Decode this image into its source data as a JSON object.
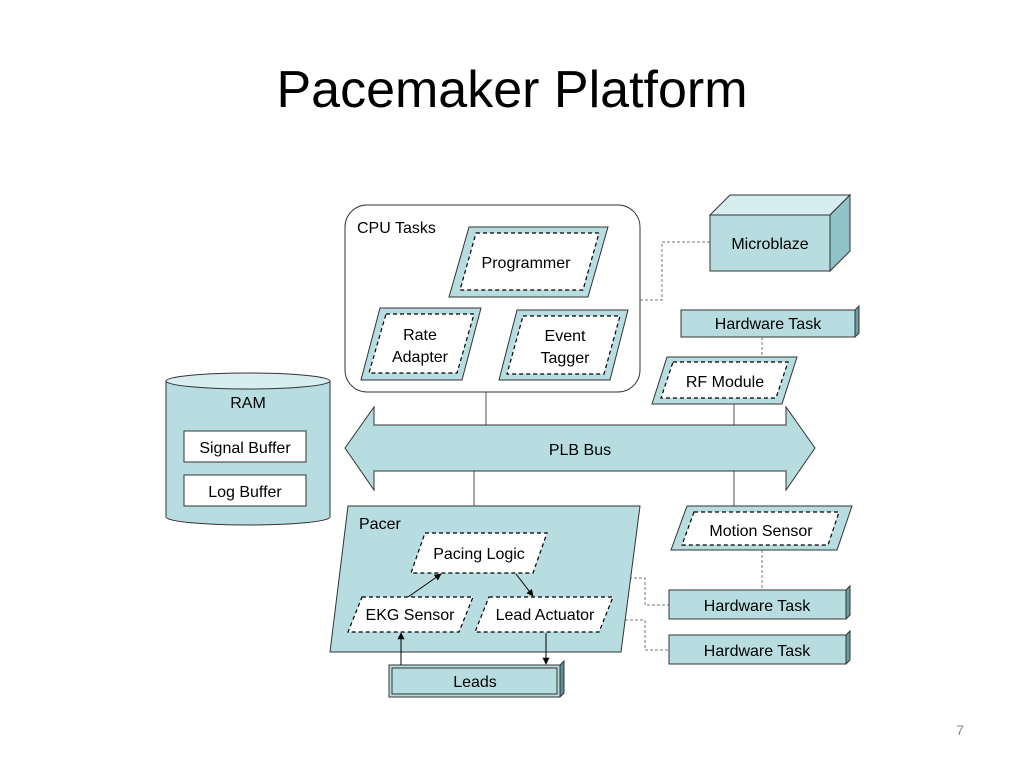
{
  "slide": {
    "title": "Pacemaker Platform",
    "page_number": "7"
  },
  "diagram": {
    "cpu_tasks": {
      "label": "CPU Tasks",
      "programmer": "Programmer",
      "rate_adapter": [
        "Rate",
        "Adapter"
      ],
      "event_tagger": [
        "Event",
        "Tagger"
      ]
    },
    "microblaze": "Microblaze",
    "hardware_task_top": "Hardware Task",
    "rf_module": "RF Module",
    "ram": {
      "label": "RAM",
      "signal_buffer": "Signal Buffer",
      "log_buffer": "Log Buffer"
    },
    "plb_bus": "PLB Bus",
    "pacer": {
      "label": "Pacer",
      "pacing_logic": "Pacing Logic",
      "ekg_sensor": "EKG Sensor",
      "lead_actuator": "Lead Actuator"
    },
    "motion_sensor": "Motion Sensor",
    "hardware_task_mid": "Hardware Task",
    "hardware_task_bottom": "Hardware Task",
    "leads": "Leads"
  },
  "colors": {
    "fill": "#b7dde0",
    "fill_dark": "#8fc3c7",
    "stroke": "#333333"
  }
}
